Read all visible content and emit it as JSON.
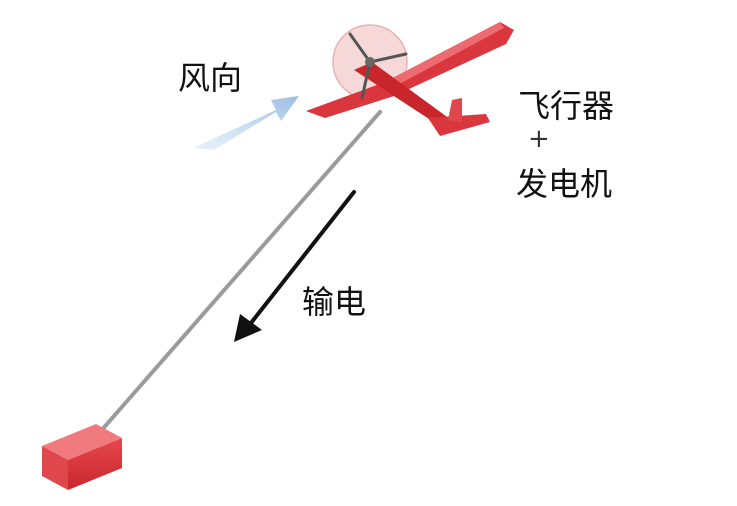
{
  "labels": {
    "wind_direction": "风向",
    "aircraft": "飞行器",
    "plus": "+",
    "generator": "发电机",
    "power_transmission": "输电"
  },
  "colors": {
    "aircraft_red": "#d9363e",
    "rotor_disc": "#f6d4d4",
    "ground_box": "#e0474c",
    "tether": "#9a9a9a",
    "wind_arrow": "#a9c8ea",
    "power_arrow": "#111111"
  },
  "icons": {
    "wind_arrow": "wind-arrow-icon",
    "power_arrow": "power-flow-arrow-icon",
    "aircraft": "kite-aircraft-icon",
    "ground_station": "ground-station-box-icon"
  }
}
